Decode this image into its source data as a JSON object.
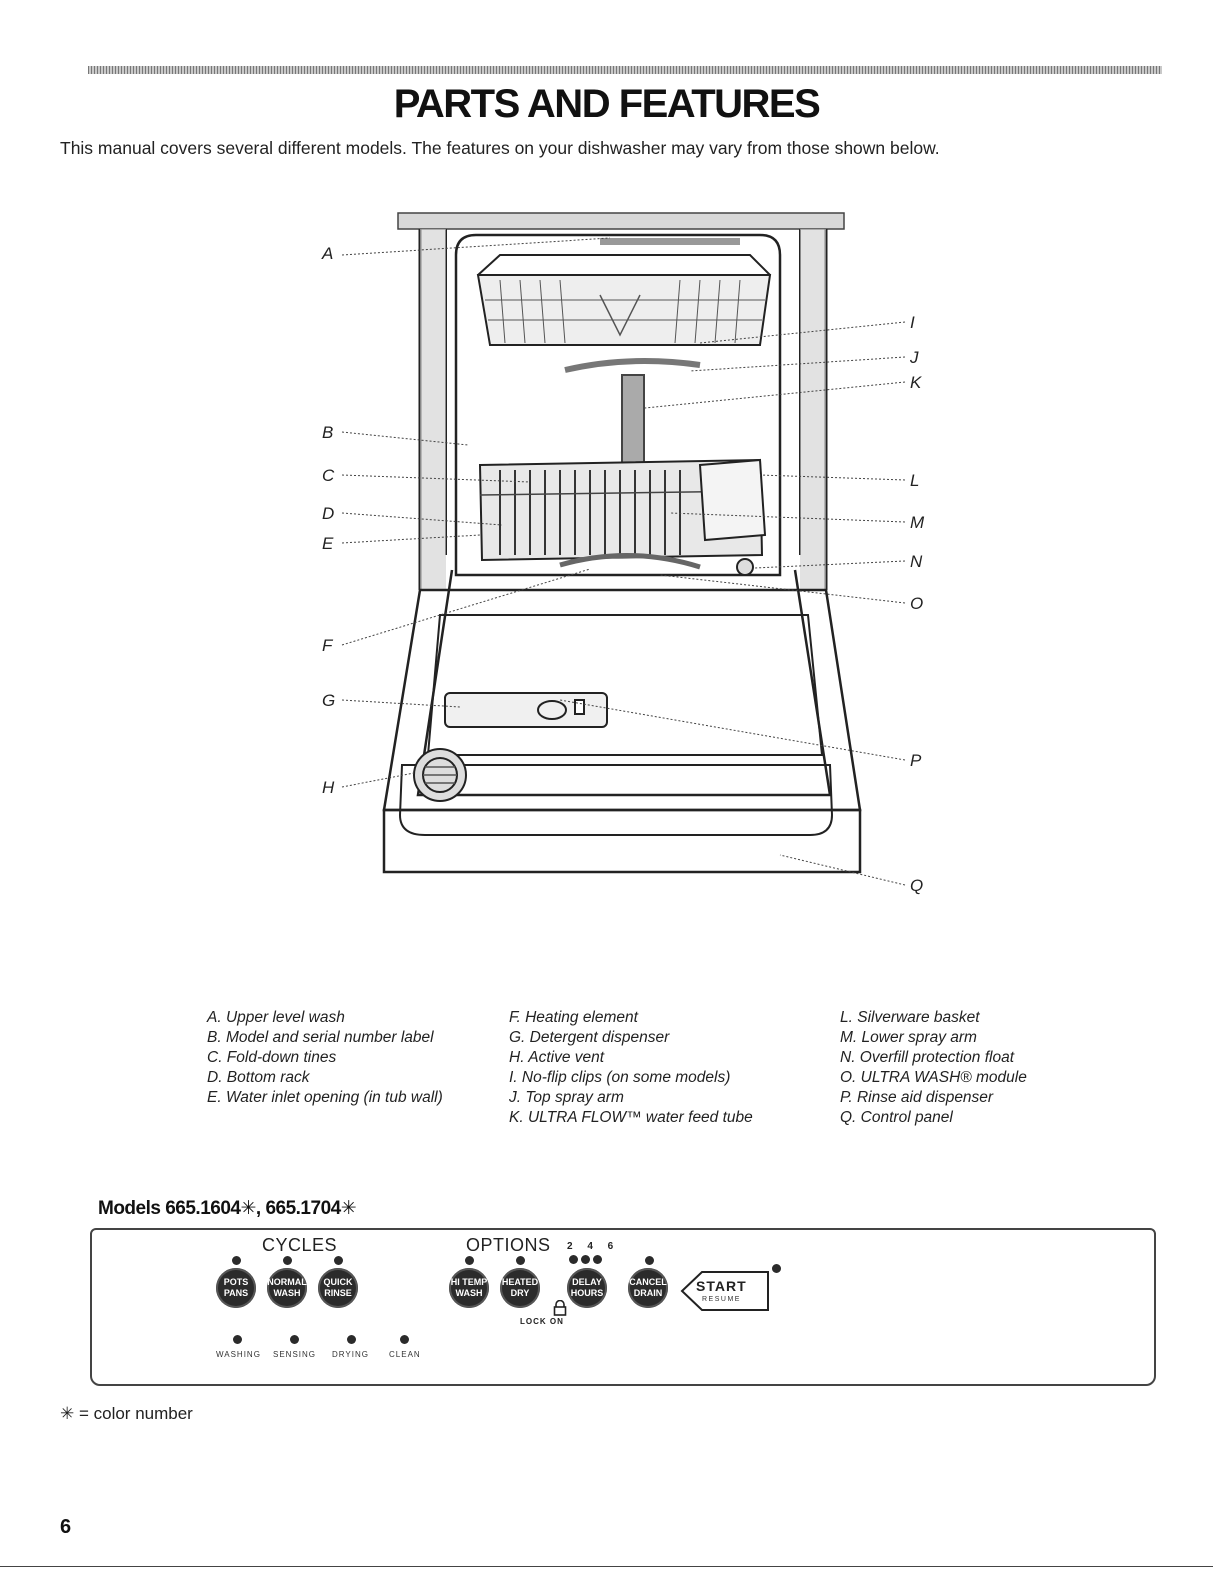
{
  "title": "PARTS AND FEATURES",
  "intro": "This manual covers several different models. The features on your dishwasher may vary from those shown below.",
  "callouts": {
    "left": [
      "A",
      "B",
      "C",
      "D",
      "E",
      "F",
      "G",
      "H"
    ],
    "right": [
      "I",
      "J",
      "K",
      "L",
      "M",
      "N",
      "O",
      "P",
      "Q"
    ]
  },
  "legend": {
    "col1": [
      "A. Upper level wash",
      "B. Model and serial number label",
      "C. Fold-down tines",
      "D. Bottom rack",
      "E. Water inlet opening (in tub wall)"
    ],
    "col2": [
      "F. Heating element",
      "G. Detergent dispenser",
      "H. Active vent",
      "I. No-flip clips (on some models)",
      "J. Top spray arm",
      "K. ULTRA FLOW™ water feed tube"
    ],
    "col3": [
      "L. Silverware basket",
      "M. Lower spray arm",
      "N. Overfill protection float",
      "O. ULTRA WASH® module",
      "P. Rinse aid dispenser",
      "Q. Control panel"
    ]
  },
  "models_heading": "Models 665.1604✳, 665.1704✳",
  "panel": {
    "cycles_label": "CYCLES",
    "options_label": "OPTIONS",
    "hours_digits": "2 4 6",
    "cycle_buttons": [
      {
        "line1": "POTS",
        "line2": "PANS"
      },
      {
        "line1": "NORMAL",
        "line2": "WASH"
      },
      {
        "line1": "QUICK",
        "line2": "RINSE"
      }
    ],
    "option_buttons": [
      {
        "line1": "HI TEMP",
        "line2": "WASH"
      },
      {
        "line1": "HEATED",
        "line2": "DRY"
      },
      {
        "line1": "DELAY",
        "line2": "HOURS"
      },
      {
        "line1": "CANCEL",
        "line2": "DRAIN"
      }
    ],
    "start_label": "START",
    "resume_label": "RESUME",
    "lock_label": "LOCK ON",
    "status": [
      "WASHING",
      "SENSING",
      "DRYING",
      "CLEAN"
    ]
  },
  "footnote": "✳ = color number",
  "page_number": "6"
}
